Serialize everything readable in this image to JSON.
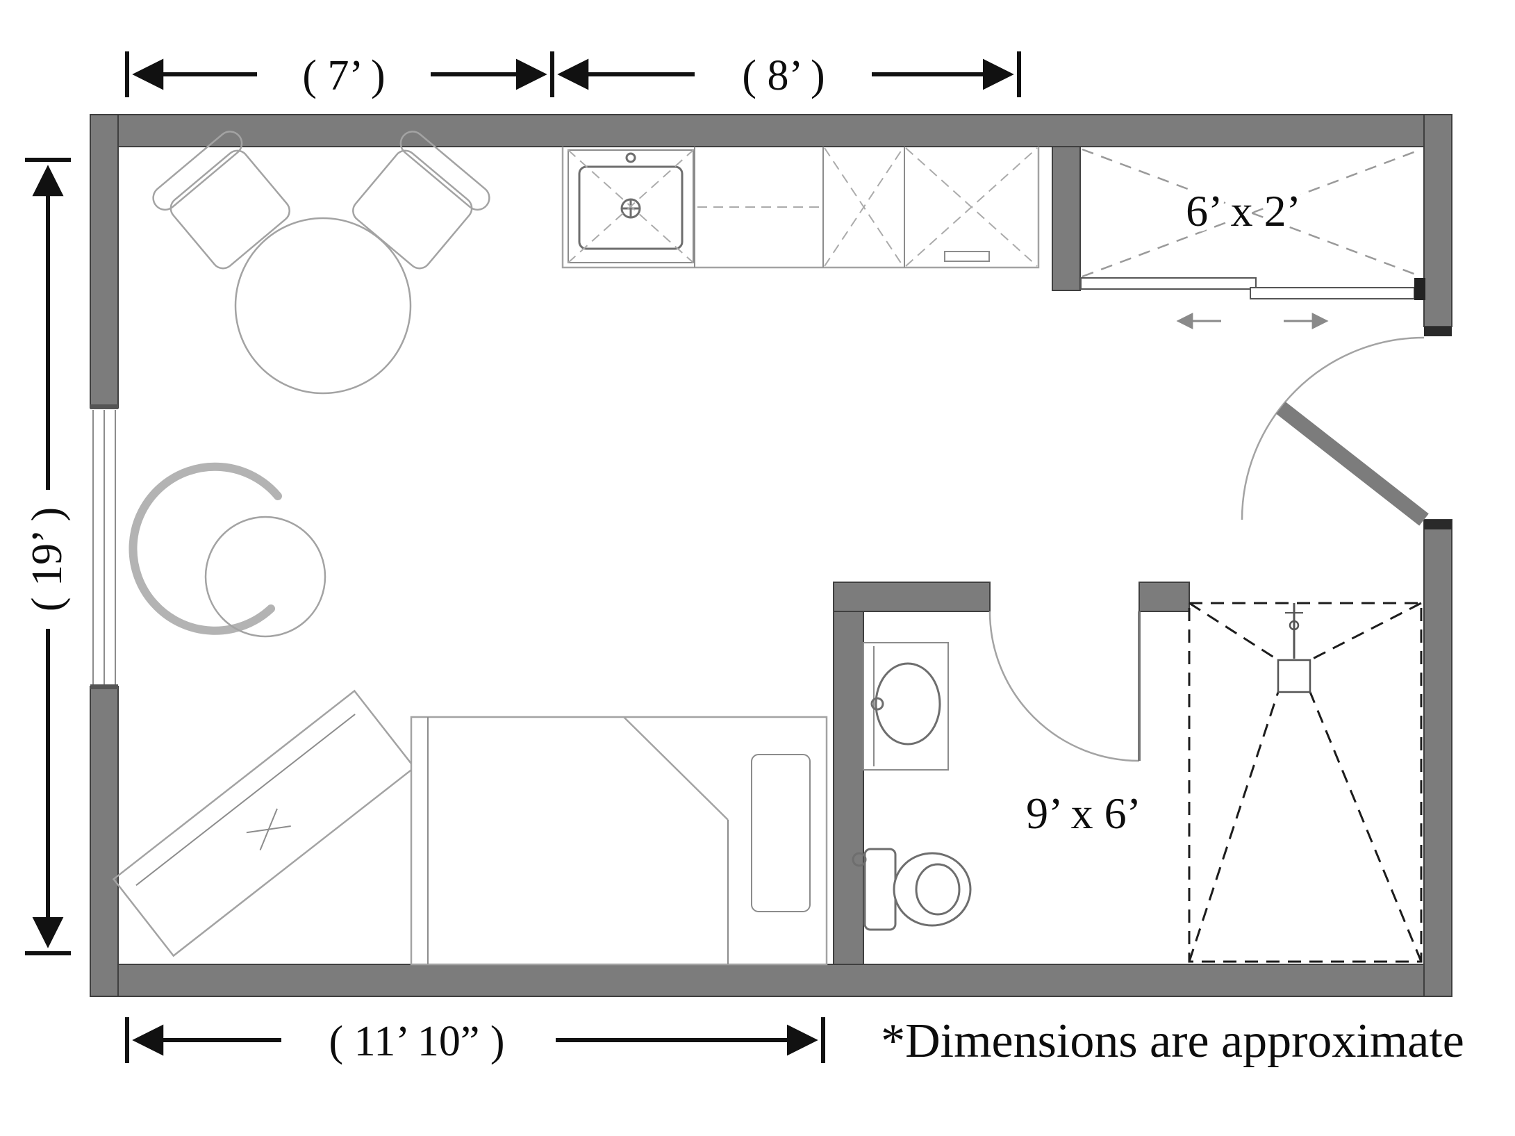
{
  "floor_plan": {
    "dimensions": {
      "top_left": "( 7’ )",
      "top_right": "( 8’ )",
      "left": "( 19’ )",
      "bottom": "( 11’ 10” )"
    },
    "rooms": {
      "closet_label": "6’ x 2’",
      "bathroom_label": "9’ x 6’"
    },
    "footnote": "*Dimensions are approximate",
    "colors": {
      "wall": "#7c7c7c",
      "wall_edge": "#3f3f3f",
      "furniture_line": "#a3a3a3",
      "fixture_line": "#6e6e6e",
      "dimension_line": "#111111",
      "shower_dash": "#1c1c1c",
      "background": "#ffffff"
    }
  }
}
